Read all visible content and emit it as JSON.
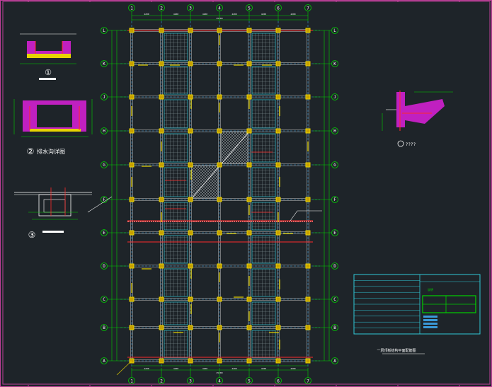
{
  "drawing": {
    "background": "#1e2429",
    "frame_color": "#c0409a",
    "axis_color": "#00d000",
    "grid_color": "#3a9ad9",
    "column_color": "#e6d400",
    "beam_red": "#ff2a2a",
    "hatch_color": "#8a9aa0",
    "text_white": "#ffffff"
  },
  "plan": {
    "top_axes": [
      "1",
      "2",
      "3",
      "4",
      "5",
      "6",
      "7"
    ],
    "bottom_axes": [
      "1",
      "2",
      "3",
      "4",
      "5",
      "6",
      "7"
    ],
    "left_axes": [
      "L",
      "K",
      "J",
      "H",
      "G",
      "F",
      "E",
      "D",
      "C",
      "B",
      "A"
    ],
    "right_axes": [
      "L",
      "K",
      "J",
      "H",
      "G",
      "F",
      "E",
      "D",
      "C",
      "B",
      "A"
    ],
    "title": "一层顶板结构平面配筋图"
  },
  "details": {
    "detail1_label": "①",
    "detail2_label": "②",
    "detail2_caption": "排水沟详图",
    "detail3_label": "③",
    "detail4_caption": "????"
  },
  "title_block": {
    "label": "说明"
  }
}
